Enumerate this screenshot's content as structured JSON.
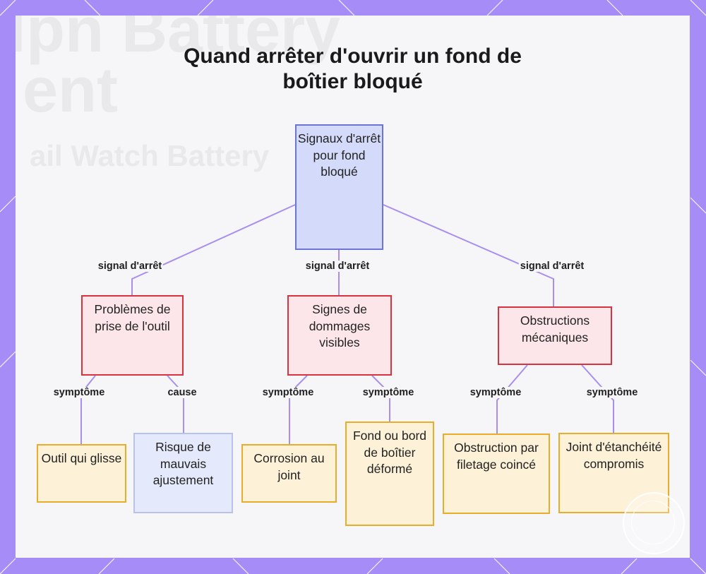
{
  "title": {
    "line1": "Quand arrêter d'ouvrir un fond de",
    "line2": "boîtier bloqué"
  },
  "background_text": {
    "line1": "lpn Battery",
    "line2": "ent",
    "line3": "ail Watch Battery"
  },
  "nodes": {
    "root": "Signaux d'arrêt pour fond bloqué",
    "grip": "Problèmes de prise de l'outil",
    "damage": "Signes de dommages visibles",
    "mechanical": "Obstructions mécaniques",
    "tool_slip": "Outil qui glisse",
    "misfit": "Risque de mauvais ajustement",
    "corrosion": "Corrosion au joint",
    "deformed": "Fond ou bord de boîtier déformé",
    "thread": "Obstruction par filetage coincé",
    "seal": "Joint d'étanchéité compromis"
  },
  "edge_labels": {
    "root_grip": "signal d'arrêt",
    "root_damage": "signal d'arrêt",
    "root_mechanical": "signal d'arrêt",
    "grip_slip": "symptôme",
    "grip_misfit": "cause",
    "damage_corrosion": "symptôme",
    "damage_deformed": "symptôme",
    "mech_thread": "symptôme",
    "mech_seal": "symptôme"
  },
  "colors": {
    "frame": "#a58cf7",
    "edge": "#a98ef0",
    "root_fill": "#d4daf9",
    "root_border": "#6c74d6",
    "category_fill": "#fde6ea",
    "category_border": "#d8343f",
    "leaf_fill": "#fdf1d8",
    "leaf_border": "#e7ad2b",
    "cause_fill": "#e4e9fb",
    "cause_border": "#b8c2ef"
  }
}
